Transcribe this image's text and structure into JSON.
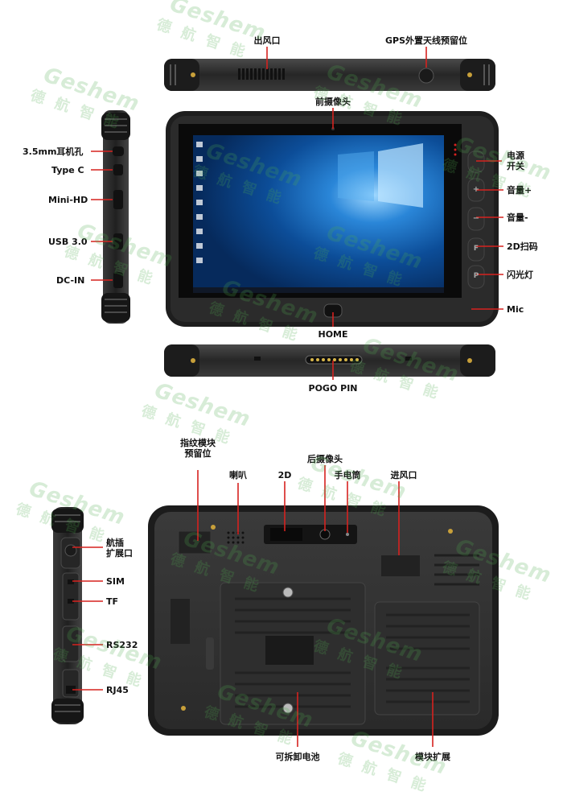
{
  "watermark": {
    "brand": "Geshem",
    "cn": "德航智能",
    "color": "#4fae4f"
  },
  "labels": {
    "vent_top": "出风口",
    "gps_reserve": "GPS外置天线预留位",
    "front_camera": "前摄像头",
    "jack": "3.5mm耳机孔",
    "typec": "Type C",
    "minihd": "Mini-HD",
    "usb3": "USB 3.0",
    "dcin": "DC-IN",
    "power_1": "电源",
    "power_2": "开关",
    "vol_up": "音量+",
    "vol_down": "音量-",
    "scan2d": "2D扫码",
    "flash": "闪光灯",
    "mic": "Mic",
    "home": "HOME",
    "pogo": "POGO PIN",
    "fingerprint_1": "指纹模块",
    "fingerprint_2": "预留位",
    "speaker": "喇叭",
    "scan2d_back": "2D",
    "rear_camera": "后摄像头",
    "torch": "手电筒",
    "vent_in": "进风口",
    "aviation_1": "航插",
    "aviation_2": "扩展口",
    "sim": "SIM",
    "tf": "TF",
    "rs232": "RS232",
    "rj45": "RJ45",
    "battery": "可拆卸电池",
    "module": "模块扩展"
  },
  "side_buttons": {
    "power": "",
    "vol_up": "+",
    "vol_down": "−",
    "f": "F",
    "p": "P"
  },
  "colors": {
    "pointer": "#d6221f",
    "body": "#2b2b2b",
    "screen": "#0b4a93"
  }
}
